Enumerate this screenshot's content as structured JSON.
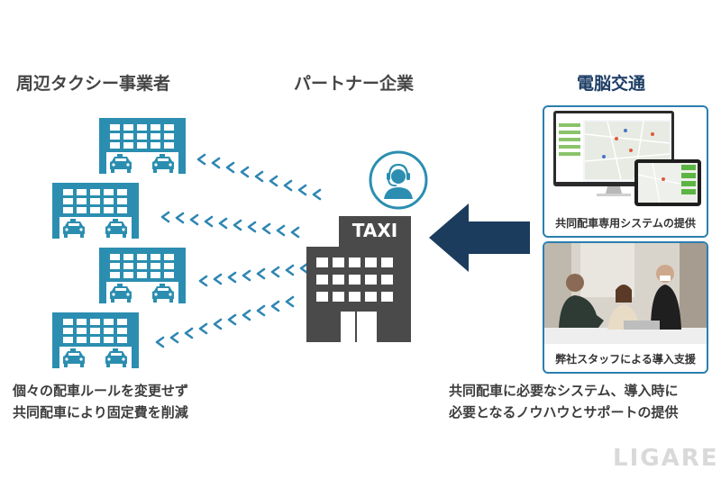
{
  "headings": {
    "left": "周辺タクシー事業者",
    "center": "パートナー企業",
    "right": "電脳交通"
  },
  "partner": {
    "building_sign": "TAXI"
  },
  "panels": [
    {
      "label": "共同配車専用システムの提供"
    },
    {
      "label": "弊社スタッフによる導入支援"
    }
  ],
  "captions": {
    "left": [
      "個々の配車ルールを変更せず",
      "共同配車により固定費を削減"
    ],
    "right": [
      "共同配車に必要なシステム、導入時に",
      "必要となるノウハウとサポートの提供"
    ]
  },
  "logo": "LIGARE",
  "colors": {
    "teal": "#2b8eb0",
    "dark_blue": "#1c3c5e",
    "gray": "#4a4a4a",
    "chevron": "#2e86b3"
  }
}
